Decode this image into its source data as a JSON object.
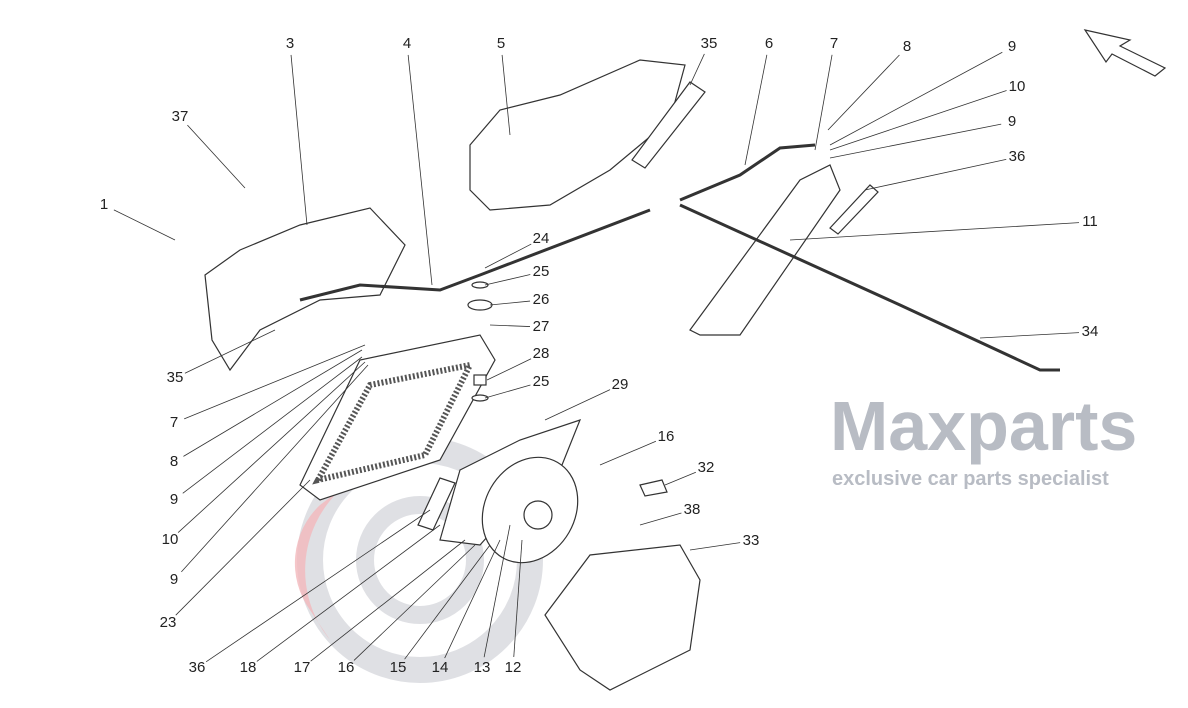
{
  "diagram": {
    "watermark": {
      "brand": "Maxparts",
      "tagline": "exclusive car parts specialist"
    },
    "labels": [
      "1",
      "37",
      "3",
      "4",
      "5",
      "35",
      "6",
      "7",
      "8",
      "9",
      "10",
      "9",
      "36",
      "11",
      "34",
      "24",
      "25",
      "26",
      "27",
      "28",
      "25",
      "29",
      "16",
      "32",
      "38",
      "33",
      "35",
      "7",
      "8",
      "9",
      "10",
      "9",
      "23",
      "36",
      "18",
      "17",
      "16",
      "15",
      "14",
      "13",
      "12"
    ],
    "colors": {
      "line": "#333333",
      "watermark_gray": "#b8bcc4",
      "watermark_red": "#f2b8bc"
    }
  }
}
